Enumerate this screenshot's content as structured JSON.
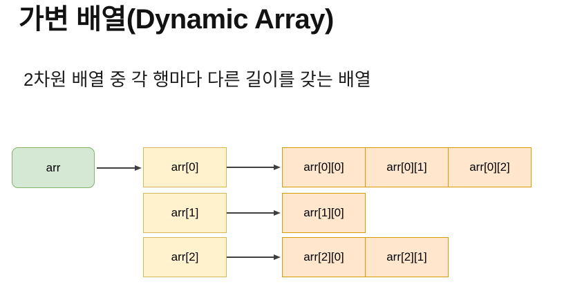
{
  "slide": {
    "title": "가변 배열(Dynamic Array)",
    "subtitle": "2차원 배열 중 각 행마다 다른 길이를 갖는 배열"
  },
  "diagram": {
    "root_label": "arr",
    "rows": [
      {
        "pointer": "arr[0]",
        "cells": [
          "arr[0][0]",
          "arr[0][1]",
          "arr[0][2]"
        ]
      },
      {
        "pointer": "arr[1]",
        "cells": [
          "arr[1][0]"
        ]
      },
      {
        "pointer": "arr[2]",
        "cells": [
          "arr[2][0]",
          "arr[2][1]"
        ]
      }
    ],
    "colors": {
      "root_fill": "#d5e8d4",
      "root_stroke": "#82b366",
      "pointer_fill": "#fff2cc",
      "pointer_stroke": "#d6b656",
      "cell_fill": "#ffe6cc",
      "cell_stroke": "#d79b00",
      "arrow": "#3f3f3f",
      "text": "#000000"
    }
  }
}
